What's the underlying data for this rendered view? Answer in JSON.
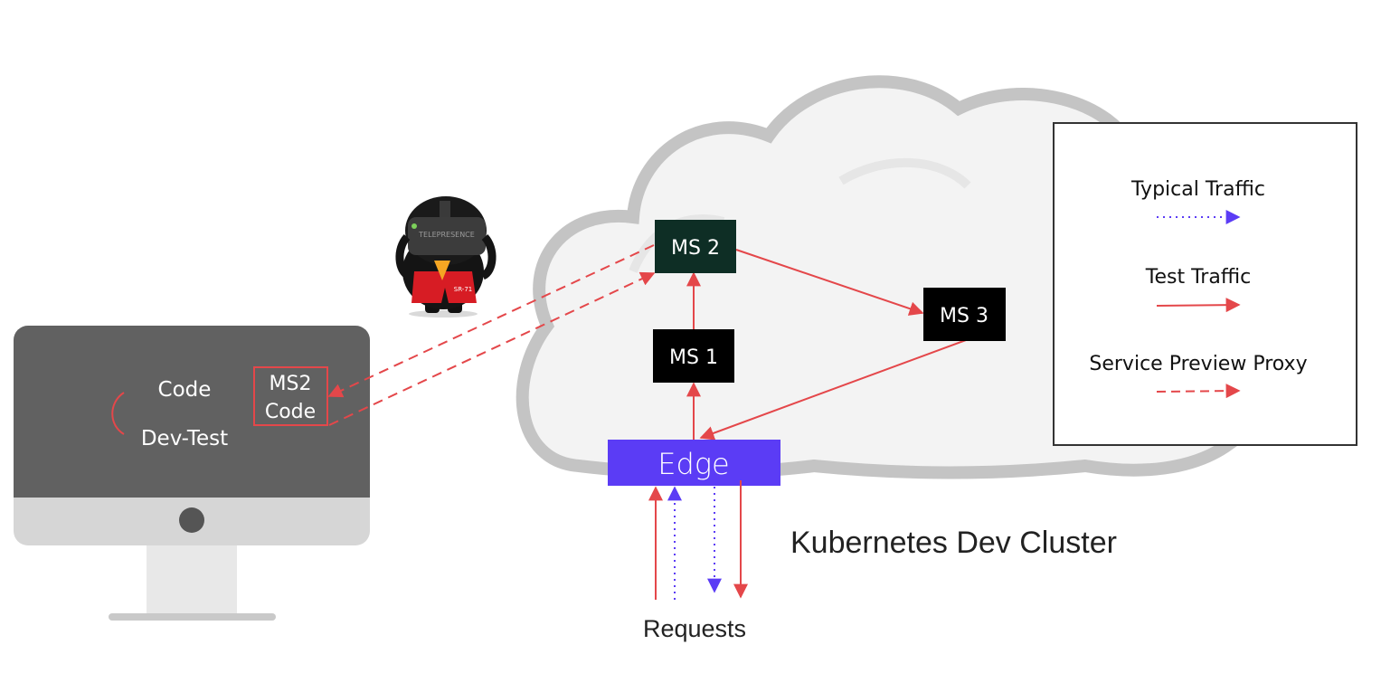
{
  "diagram": {
    "cluster_label": "Kubernetes Dev Cluster",
    "requests_label": "Requests",
    "edge_label": "Edge",
    "services": {
      "ms1": "MS 1",
      "ms2": "MS 2",
      "ms3": "MS 3"
    },
    "workstation": {
      "code_label": "Code",
      "devtest_label": "Dev-Test",
      "local_code_line1": "MS2",
      "local_code_line2": "Code"
    },
    "mascot": {
      "visor_text": "TELEPRESENCE",
      "badge_text": "SR-71"
    }
  },
  "legend": {
    "typical_traffic": "Typical Traffic",
    "test_traffic": "Test Traffic",
    "service_preview_proxy": "Service Preview Proxy"
  },
  "colors": {
    "typical": "#5b3cf5",
    "test": "#e4474a",
    "edge_fill": "#5b3cf5",
    "ms2_fill": "#0e2e25",
    "ms_fill": "#000000",
    "monitor_screen": "#616161",
    "monitor_chin": "#d6d6d6"
  }
}
